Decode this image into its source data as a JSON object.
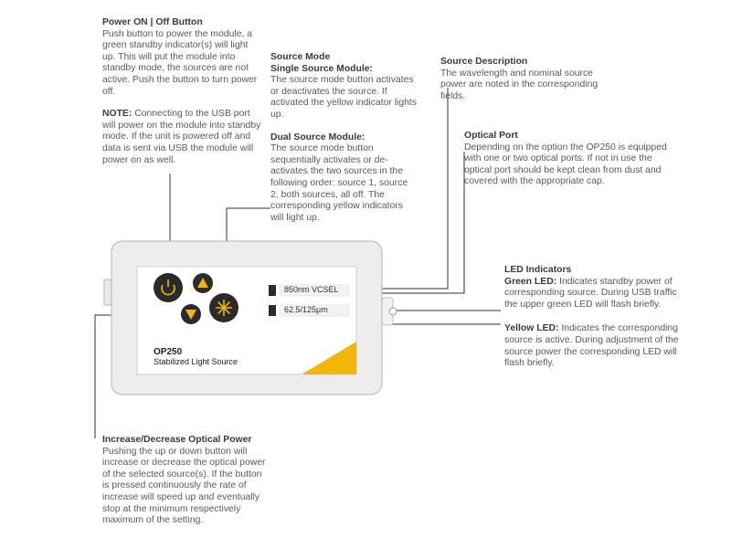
{
  "power": {
    "title": "Power ON | Off Button",
    "text": "Push button to power the module, a green standby indicator(s) will light up. This will put the module into standby mode, the sources are not active. Push the button to turn power off.",
    "note_label": "NOTE:",
    "note_text": " Connecting to the USB port will power on the module into standby mode. If the unit is powered off and data is sent via USB the module will power on as well."
  },
  "source_mode": {
    "title": "Source Mode",
    "single_title": "Single Source Module:",
    "single_text": "The source mode button activates or deactivates the source. If activated the yellow indicator lights up.",
    "dual_title": "Dual Source Module:",
    "dual_text": "The source mode button sequentially activates or de-activates the two sources in the following order: source 1, source 2, both sources, all off. The corresponding yellow indicators will light up."
  },
  "source_desc": {
    "title": "Source Description",
    "text": "The wavelength and nominal source power are noted in the corresponding fields."
  },
  "optical_port": {
    "title": "Optical Port",
    "text": "Depending on the option the OP250 is equipped with one or two optical ports. If not in use the optical port should be kept clean from dust and covered with the appropriate cap."
  },
  "led": {
    "title": "LED Indicators",
    "green_label": "Green LED:",
    "green_text": " Indicates standby power of corresponding source. During USB traffic the upper green LED will flash briefly.",
    "yellow_label": "Yellow LED:",
    "yellow_text": " Indicates the corresponding source is active. During adjustment of the source power the corresponding LED will flash briefly."
  },
  "inc_dec": {
    "title": "Increase/Decrease Optical Power",
    "text": "Pushing the up or down button will increase or decrease the optical power of the selected source(s). If the button is pressed  continuously the rate of increase will speed up and eventually stop at the minimum respectively maximum of the setting."
  },
  "device": {
    "label1": "850nm VCSEL",
    "label2": "62.5/125μm",
    "model": "OP250",
    "name": "Stabilized Light Source",
    "accent": "#f2b705",
    "button_color": "#2b2b2b",
    "icon_color": "#f2b705"
  }
}
